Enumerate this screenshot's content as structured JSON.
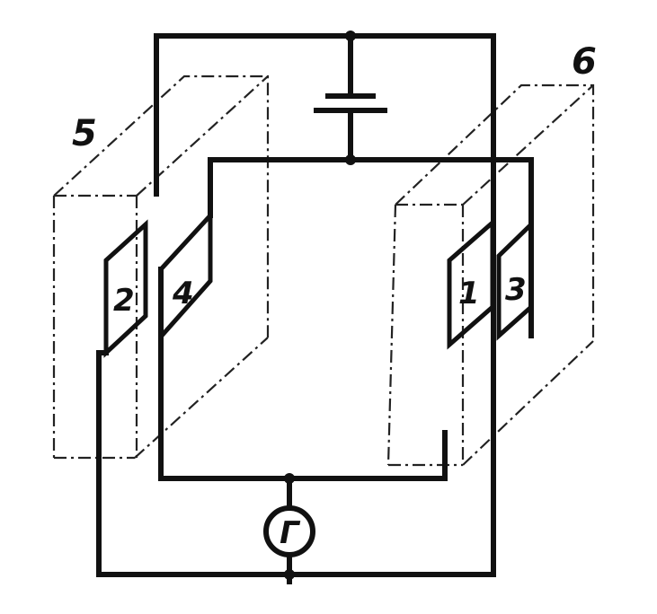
{
  "labels": {
    "box_left": "5",
    "box_right": "6",
    "plate_1": "1",
    "plate_2": "2",
    "plate_3": "3",
    "plate_4": "4",
    "galvanometer": "Г"
  }
}
